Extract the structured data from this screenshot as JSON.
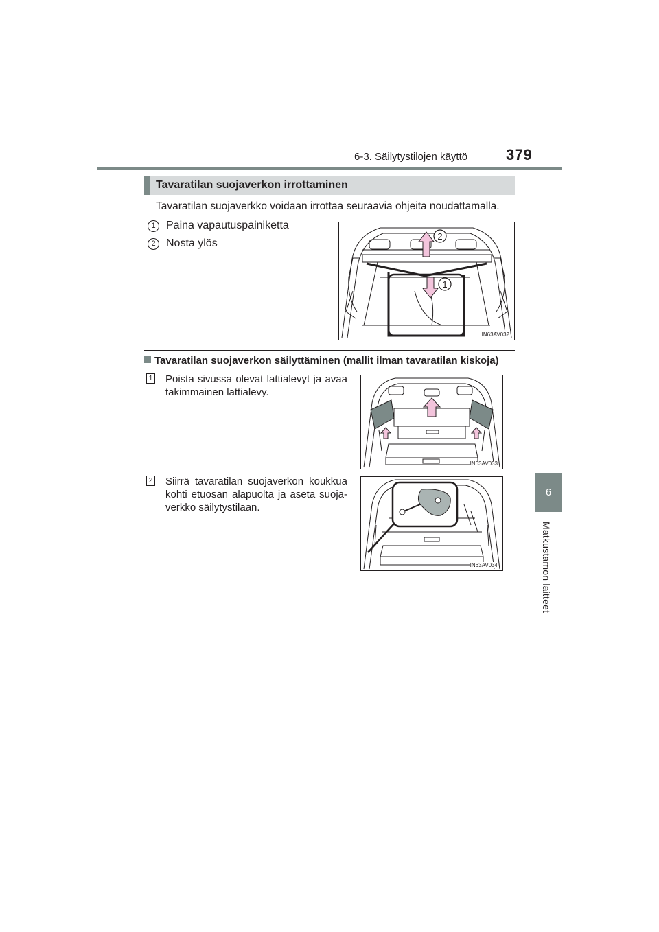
{
  "header": {
    "section": "6-3. Säilytystilojen käyttö",
    "page_number": "379"
  },
  "side_tab": {
    "chapter": "6",
    "label": "Matkustamon laitteet"
  },
  "section1": {
    "heading": "Tavaratilan suojaverkon irrottaminen",
    "intro": "Tavaratilan suojaverkko voidaan irrottaa seuraavia ohjeita noudattamalla.",
    "steps": [
      {
        "num": "1",
        "text": "Paina vapautuspainiketta"
      },
      {
        "num": "2",
        "text": "Nosta ylös"
      }
    ],
    "figure": {
      "code": "IN63AV032",
      "callout_1": "1",
      "callout_2": "2"
    }
  },
  "section2": {
    "heading": "Tavaratilan suojaverkon säilyttäminen (mallit ilman tavaratilan kiskoja)",
    "steps": [
      {
        "num": "1",
        "text": "Poista sivussa olevat lattialevyt ja avaa takimmainen lattialevy.",
        "figure_code": "IN63AV033"
      },
      {
        "num": "2",
        "text": "Siirrä tavaratilan suojaverkon koukkua kohti etuosan alapuolta ja aseta suoja-verkko säilytystilaan.",
        "figure_code": "IN63AV034"
      }
    ]
  },
  "colors": {
    "accent": "#7c8a88",
    "heading_bg": "#d7dadb",
    "arrow_fill": "#f3c4dc"
  }
}
